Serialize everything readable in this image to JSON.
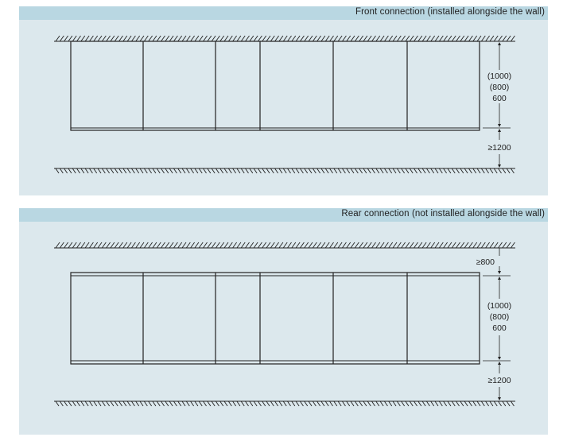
{
  "front": {
    "title": "Front connection (installed alongside the wall)",
    "cabinet_dims": [
      "(1000)",
      "(800)",
      "600"
    ],
    "aisle_dim": "≥1200"
  },
  "rear": {
    "title": "Rear connection (not installed alongside the wall)",
    "wall_clearance": "≥800",
    "cabinet_dims": [
      "(1000)",
      "(800)",
      "600"
    ],
    "aisle_dim": "≥1200"
  },
  "colors": {
    "panel": "#dce8ed",
    "title_bar": "#b9d7e2",
    "line": "#222222"
  }
}
